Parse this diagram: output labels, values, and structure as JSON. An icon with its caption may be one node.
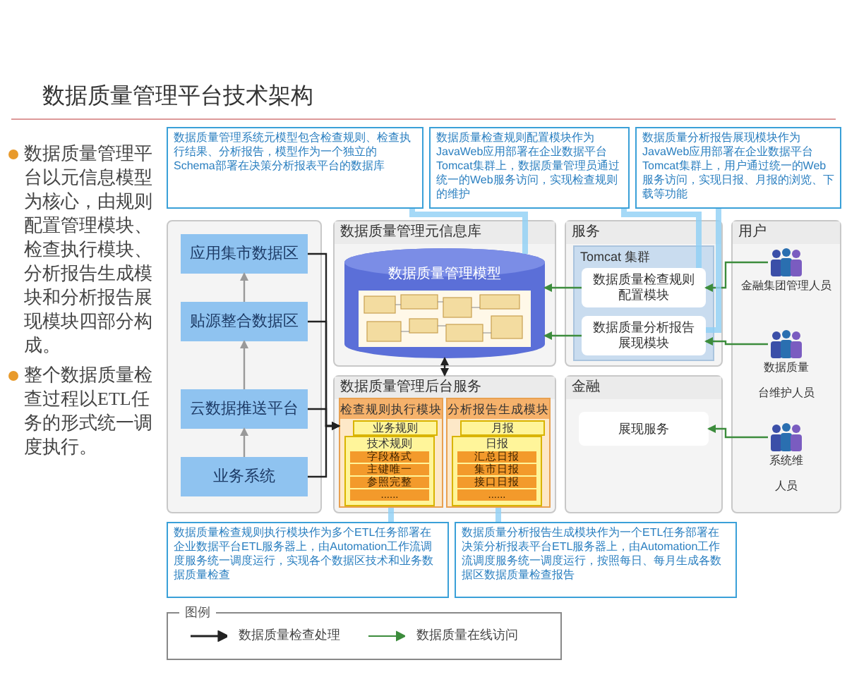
{
  "diagram": {
    "title": "数据质量管理平台技术架构",
    "nodes": [
      {
        "text": [
          "数据质量管理系统元模型包含检查规则、检查执行结果、分析报告，模型作为一个独立的Schema部署在决策分析报表平台的数据库"
        ]
      },
      {
        "text": [
          "数据质量检查规则配置模块作为JavaWeb应用部署在企业数据平台Tomcat集群上，数据质量管理员通过统一的Web服务访问，实现检查规则的维护"
        ]
      },
      {
        "text": [],
        "shape": "box"
      },
      {
        "text": [
          "应用集市数据区"
        ],
        "in": 2
      },
      {
        "text": [
          "贴源整合数据区"
        ],
        "in": 2
      },
      {
        "text": [
          "云数据推送平台"
        ],
        "in": 2
      },
      {
        "text": [
          "业务系统"
        ],
        "in": 2
      },
      {
        "text": [
          "数据质量管理元信息库"
        ]
      },
      {
        "text": [
          "数据质量管理模型"
        ],
        "in": 7
      },
      {
        "text": [
          "服务"
        ]
      },
      {
        "text": [
          "Tomcat 集群"
        ],
        "in": 9
      },
      {
        "text": [
          "数据质量检查规则配置模块"
        ],
        "in": 10
      },
      {
        "text": [
          "数据质量分析报告展现模块"
        ],
        "in": 10
      },
      {
        "text": [
          "用户"
        ]
      },
      {
        "text": [
          "金融集团管理人员"
        ],
        "in": 13
      },
      {
        "text": [
          "数据质量",
          "台维护人员"
        ],
        "in": 13
      },
      {
        "text": [
          "系统维",
          "人员"
        ],
        "in": 13
      },
      {
        "text": [
          "数据质量分析报告展现模块作为JavaWeb应用部署在企业数据平台Tomcat集群上，用户通过统一的Web服务访问，实现日报、月报的浏览、下载等功能"
        ]
      },
      {
        "text": [
          "数据质量管理后台服务"
        ]
      },
      {
        "text": [
          "检查规则执行模块"
        ],
        "in": 18
      },
      {
        "text": [
          "业务规则"
        ],
        "in": 19
      },
      {
        "text": [
          "技术规则"
        ],
        "in": 19
      },
      {
        "text": [
          "字段格式"
        ],
        "in": 21
      },
      {
        "text": [
          "主键唯一"
        ],
        "in": 21
      },
      {
        "text": [
          "参照完整"
        ],
        "in": 21
      },
      {
        "text": [
          "......"
        ],
        "in": 21
      },
      {
        "text": [
          "分析报告生成模块"
        ],
        "in": 18
      },
      {
        "text": [
          "月报"
        ],
        "in": 26
      },
      {
        "text": [
          "日报"
        ],
        "in": 26
      },
      {
        "text": [
          "汇总日报"
        ],
        "in": 28
      },
      {
        "text": [
          "集市日报"
        ],
        "in": 28
      },
      {
        "text": [
          "接口日报"
        ],
        "in": 28
      },
      {
        "text": [
          "......"
        ],
        "in": 28
      },
      {
        "text": [
          "金融"
        ]
      },
      {
        "text": [
          "展现服务"
        ],
        "in": 33
      },
      {
        "text": [
          "数据质量检查规则执行模块作为多个ETL任务部署在企业数据平台ETL服务器上，由Automation工作流调度服务统一调度运行，实现各个数据区技术和业务数据质量检查"
        ]
      },
      {
        "text": [
          "数据质量分析报告生成模块作为一个ETL任务部署在决策分析报表平台ETL服务器上，由Automation工作流调度服务统一调度运行，按照每日、每月生成各数据区数据质量检查报告"
        ]
      }
    ],
    "edges": [
      {
        "from": 4,
        "to": 3,
        "arrow": "to",
        "color": "#999999"
      },
      {
        "from": 5,
        "to": 4,
        "arrow": "to",
        "color": "#999999"
      },
      {
        "from": 6,
        "to": 5,
        "arrow": "to",
        "color": "#999999"
      },
      {
        "from": 3,
        "to": 19,
        "arrow": "to"
      },
      {
        "from": 4,
        "to": 19,
        "arrow": "to"
      },
      {
        "from": 5,
        "to": 19,
        "arrow": "to"
      },
      {
        "from": 6,
        "to": 19,
        "arrow": "to"
      },
      {
        "from": 8,
        "to": 18,
        "arrow": "both"
      },
      {
        "from": 11,
        "to": 8,
        "arrow": "to",
        "color": "#3c8c3c"
      },
      {
        "from": 12,
        "to": 8,
        "arrow": "to",
        "color": "#3c8c3c"
      },
      {
        "from": 14,
        "to": 11,
        "arrow": "to",
        "color": "#3c8c3c"
      },
      {
        "from": 15,
        "to": 12,
        "arrow": "to",
        "color": "#3c8c3c"
      },
      {
        "from": 16,
        "to": 34,
        "arrow": "to",
        "color": "#3c8c3c"
      },
      {
        "from": 0,
        "to": 8,
        "arrow": "none",
        "style": "thick",
        "color": "#8fd0f5"
      },
      {
        "from": 1,
        "to": 11,
        "arrow": "none",
        "style": "thick",
        "color": "#8fd0f5"
      },
      {
        "from": 17,
        "to": 12,
        "arrow": "none",
        "style": "thick",
        "color": "#8fd0f5"
      },
      {
        "from": 35,
        "to": 19,
        "arrow": "none",
        "style": "thick",
        "color": "#8fd0f5"
      },
      {
        "from": 36,
        "to": 26,
        "arrow": "none",
        "style": "thick",
        "color": "#8fd0f5"
      }
    ],
    "labels": [
      "数据质量管理平台以元信息模型为核心，由规则配置管理模块、检查执行模块、分析报告生成模块和分析报告展现模块四部分构成。",
      "整个数据质量检查过程以ETL任务的形式统一调度执行。",
      "图例"
    ],
    "legend": [
      {
        "text": "数据质量检查处理"
      },
      {
        "text": "数据质量在线访问"
      }
    ]
  }
}
